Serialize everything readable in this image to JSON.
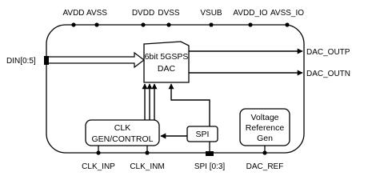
{
  "top_pins": [
    "AVDD",
    "AVSS",
    "DVDD",
    "DVSS",
    "VSUB",
    "AVDD_IO",
    "AVSS_IO"
  ],
  "bottom_pins": {
    "clk_inp": "CLK_INP",
    "clk_inm": "CLK_INM",
    "spi": "SPI [0:3]",
    "dac_ref": "DAC_REF"
  },
  "din_label": "DIN[0:5]",
  "outputs": {
    "outp": "DAC_OUTP",
    "outn": "DAC_OUTN"
  },
  "blocks": {
    "dac": {
      "line1": "6bit 5GSPS",
      "line2": "DAC"
    },
    "clk": {
      "line1": "CLK",
      "line2": "GEN/CONTROL"
    },
    "spi": "SPI",
    "vref": {
      "line1": "Voltage",
      "line2": "Reference",
      "line3": "Gen"
    }
  }
}
